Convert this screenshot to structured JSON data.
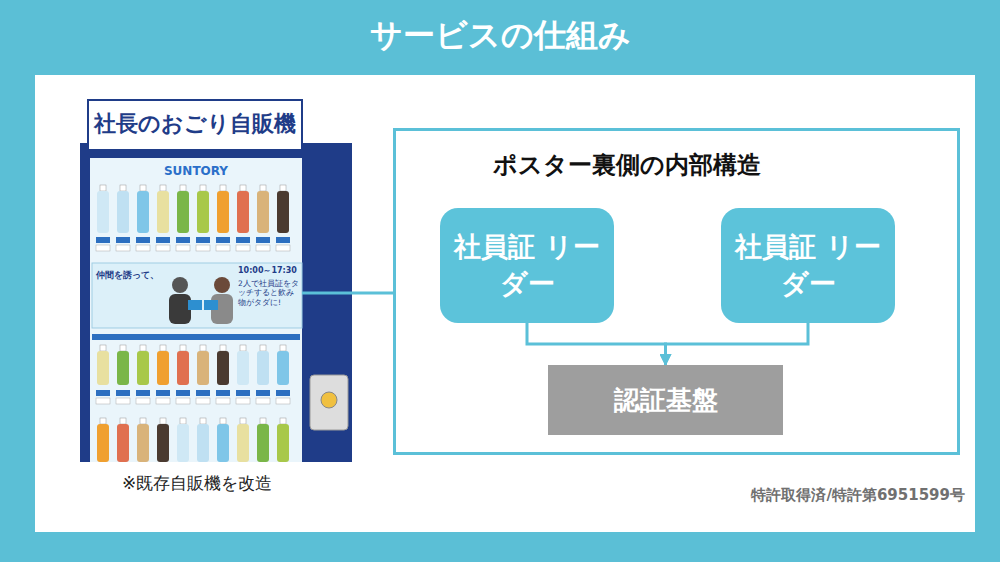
{
  "diagram": {
    "title": "サービスの仕組み",
    "nodes": [
      {
        "text": [
          "ポスター裏側の内部構造"
        ]
      },
      {
        "text": [
          "社員証 リーダー"
        ],
        "in": 0
      },
      {
        "text": [
          "社員証 リーダー"
        ],
        "in": 0
      },
      {
        "text": [
          "認証基盤"
        ],
        "in": 0
      }
    ],
    "edges": [
      {
        "from": 1,
        "to": 3,
        "arrow": "to"
      },
      {
        "from": 2,
        "to": 3,
        "arrow": "to"
      }
    ],
    "labels": [
      "社長のおごり自販機",
      "SUNTORY",
      "仲間を誘って、",
      "10:00～17:30",
      "2人で社員証をタッチすると飲み物がタダに!",
      "※既存自販機を改造",
      "特許取得済/特許第6951599号"
    ]
  }
}
